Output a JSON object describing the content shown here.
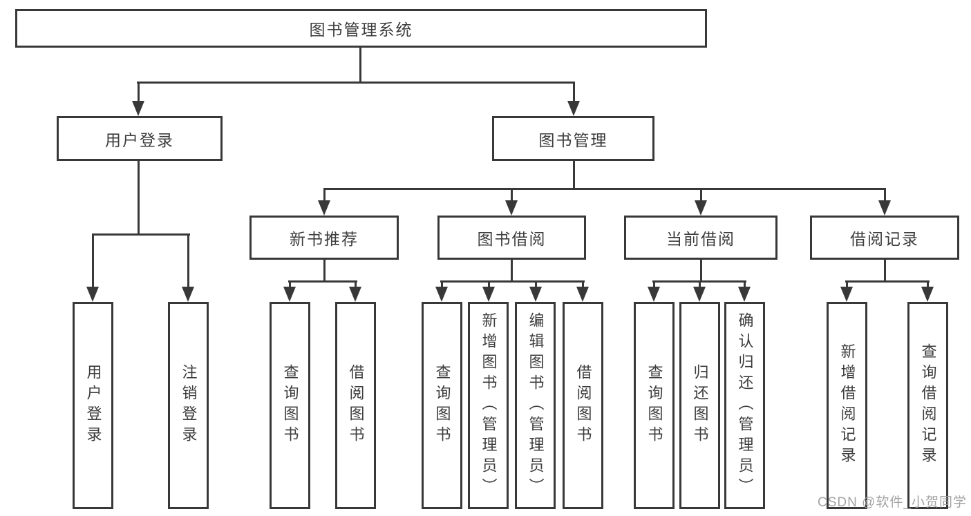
{
  "diagram_title": "图书管理系统",
  "watermark": "CSDN @软件_小贺同学",
  "colors": {
    "line": "#383838",
    "text": "#3d3d3d",
    "background": "#ffffff",
    "watermark": "#9e9e9e"
  },
  "tree": {
    "root": {
      "label": "图书管理系统"
    },
    "children": [
      {
        "label": "用户登录",
        "children": [
          {
            "label": "用户登录"
          },
          {
            "label": "注销登录"
          }
        ]
      },
      {
        "label": "图书管理",
        "children": [
          {
            "label": "新书推荐",
            "children": [
              {
                "label": "查询图书"
              },
              {
                "label": "借阅图书"
              }
            ]
          },
          {
            "label": "图书借阅",
            "children": [
              {
                "label": "查询图书"
              },
              {
                "label": "新增图书（管理员）"
              },
              {
                "label": "编辑图书（管理员）"
              },
              {
                "label": "借阅图书"
              }
            ]
          },
          {
            "label": "当前借阅",
            "children": [
              {
                "label": "查询图书"
              },
              {
                "label": "归还图书"
              },
              {
                "label": "确认归还（管理员）"
              }
            ]
          },
          {
            "label": "借阅记录",
            "children": [
              {
                "label": "新增借阅记录"
              },
              {
                "label": "查询借阅记录"
              }
            ]
          }
        ]
      }
    ]
  }
}
